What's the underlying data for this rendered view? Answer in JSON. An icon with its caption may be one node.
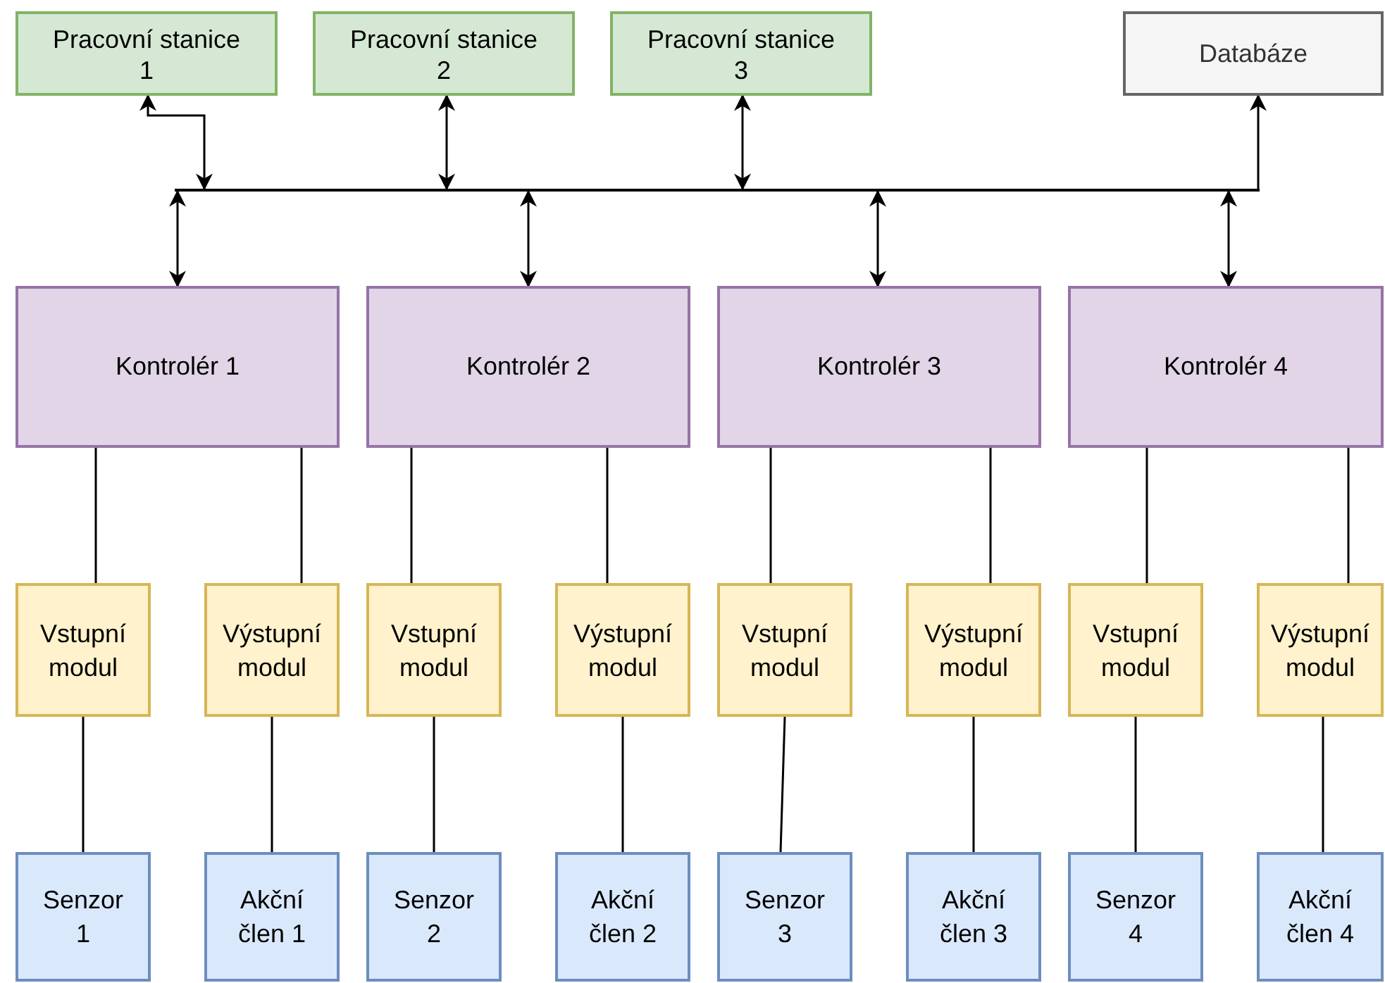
{
  "diagram": {
    "nodes": [
      {
        "text": [
          "Pracovní stanice 1"
        ]
      },
      {
        "text": [
          "Pracovní stanice 2"
        ]
      },
      {
        "text": [
          "Pracovní stanice 3"
        ]
      },
      {
        "text": [
          "Databáze"
        ]
      },
      {
        "text": [],
        "shape": "bar"
      },
      {
        "text": [
          "Kontrolér 1"
        ]
      },
      {
        "text": [
          "Kontrolér 2"
        ]
      },
      {
        "text": [
          "Kontrolér 3"
        ]
      },
      {
        "text": [
          "Kontrolér 4"
        ]
      },
      {
        "text": [
          "Vstupní modul"
        ]
      },
      {
        "text": [
          "Výstupní modul"
        ]
      },
      {
        "text": [
          "Vstupní modul"
        ]
      },
      {
        "text": [
          "Výstupní modul"
        ]
      },
      {
        "text": [
          "Vstupní modul"
        ]
      },
      {
        "text": [
          "Výstupní modul"
        ]
      },
      {
        "text": [
          "Vstupní modul"
        ]
      },
      {
        "text": [
          "Výstupní modul"
        ]
      },
      {
        "text": [
          "Senzor 1"
        ]
      },
      {
        "text": [
          "Akční člen 1"
        ]
      },
      {
        "text": [
          "Senzor 2"
        ]
      },
      {
        "text": [
          "Akční člen 2"
        ]
      },
      {
        "text": [
          "Senzor 3"
        ]
      },
      {
        "text": [
          "Akční člen 3"
        ]
      },
      {
        "text": [
          "Senzor 4"
        ]
      },
      {
        "text": [
          "Akční člen 4"
        ]
      }
    ],
    "edges": [
      {
        "from": 0,
        "to": 4,
        "arrow": "both"
      },
      {
        "from": 1,
        "to": 4,
        "arrow": "both"
      },
      {
        "from": 2,
        "to": 4,
        "arrow": "both"
      },
      {
        "from": 4,
        "to": 3,
        "arrow": "to"
      },
      {
        "from": 4,
        "to": 5,
        "arrow": "both"
      },
      {
        "from": 4,
        "to": 6,
        "arrow": "both"
      },
      {
        "from": 4,
        "to": 7,
        "arrow": "both"
      },
      {
        "from": 4,
        "to": 8,
        "arrow": "both"
      },
      {
        "from": 5,
        "to": 9,
        "arrow": "none"
      },
      {
        "from": 5,
        "to": 10,
        "arrow": "none"
      },
      {
        "from": 6,
        "to": 11,
        "arrow": "none"
      },
      {
        "from": 6,
        "to": 12,
        "arrow": "none"
      },
      {
        "from": 7,
        "to": 13,
        "arrow": "none"
      },
      {
        "from": 7,
        "to": 14,
        "arrow": "none"
      },
      {
        "from": 8,
        "to": 15,
        "arrow": "none"
      },
      {
        "from": 8,
        "to": 16,
        "arrow": "none"
      },
      {
        "from": 9,
        "to": 17,
        "arrow": "none"
      },
      {
        "from": 10,
        "to": 18,
        "arrow": "none"
      },
      {
        "from": 11,
        "to": 19,
        "arrow": "none"
      },
      {
        "from": 12,
        "to": 20,
        "arrow": "none"
      },
      {
        "from": 13,
        "to": 21,
        "arrow": "none"
      },
      {
        "from": 14,
        "to": 22,
        "arrow": "none"
      },
      {
        "from": 15,
        "to": 23,
        "arrow": "none"
      },
      {
        "from": 16,
        "to": 24,
        "arrow": "none"
      }
    ]
  }
}
